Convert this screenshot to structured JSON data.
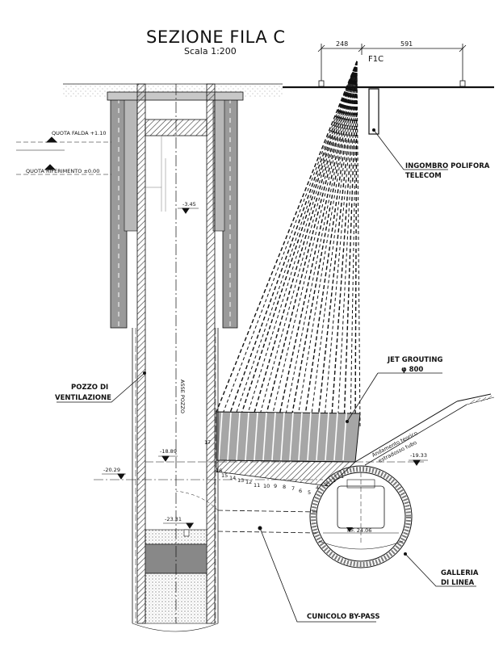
{
  "title": "SEZIONE FILA C",
  "scale": "Scala 1:200",
  "dimensions": {
    "left": "248",
    "right": "591"
  },
  "pile_label": "F1C",
  "labels": {
    "polifora_line1": "INGOMBRO POLIFORA",
    "polifora_line2": "TELECOM",
    "jet_line1": "JET GROUTING",
    "jet_line2": "φ 800",
    "pozzo_line1": "POZZO DI",
    "pozzo_line2": "VENTILAZIONE",
    "galleria_line1": "GALLERIA",
    "galleria_line2": "DI LINEA",
    "cunicolo": "CUNICOLO BY-PASS",
    "asse_pozzo": "ASSE POZZO",
    "andamento_line1": "Andamento teorico",
    "andamento_line2": "estradosso tubo",
    "pf": "P.F. 24.06"
  },
  "levels": {
    "falda": "QUOTA FALDA +1.10",
    "riferimento": "QUOTA RIFERIMENTO ±0.00",
    "l345": "-3.45",
    "l1889": "-18.89",
    "l2029": "-20.29",
    "l2331": "-23.31",
    "l1933": "-19.33"
  },
  "column_numbers": [
    "17",
    "16",
    "15",
    "14",
    "13",
    "12",
    "11",
    "10",
    "9",
    "8",
    "7",
    "6",
    "5",
    "4",
    "3",
    "2",
    "1"
  ]
}
